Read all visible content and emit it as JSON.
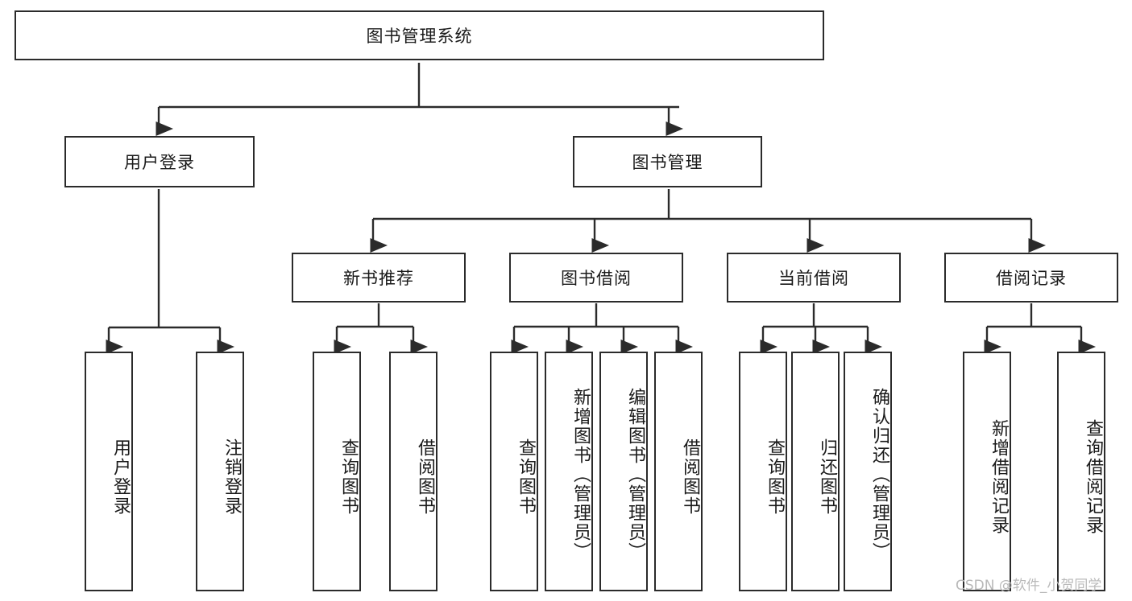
{
  "diagram": {
    "title": "图书管理系统",
    "type": "tree-hierarchy",
    "watermark": "CSDN @软件_小贺同学",
    "colors": {
      "border": "#2b2b2b",
      "background": "#ffffff",
      "text": "#1a1a1a",
      "watermark": "#b9b9b9"
    },
    "nodes": {
      "root": "图书管理系统",
      "l2": {
        "user_login": "用户登录",
        "book_manage": "图书管理"
      },
      "l3": {
        "new_book_rec": "新书推荐",
        "book_borrow": "图书借阅",
        "current_borrow": "当前借阅",
        "borrow_record": "借阅记录"
      },
      "leaves": {
        "user_login_1": "用户登录",
        "user_login_2": "注销登录",
        "new_book_1": "查询图书",
        "new_book_2": "借阅图书",
        "borrow_1": "查询图书",
        "borrow_2": "新增图书（管理员）",
        "borrow_3": "编辑图书（管理员）",
        "borrow_4": "借阅图书",
        "current_1": "查询图书",
        "current_2": "归还图书",
        "current_3": "确认归还（管理员）",
        "record_1": "新增借阅记录",
        "record_2": "查询借阅记录"
      }
    }
  }
}
